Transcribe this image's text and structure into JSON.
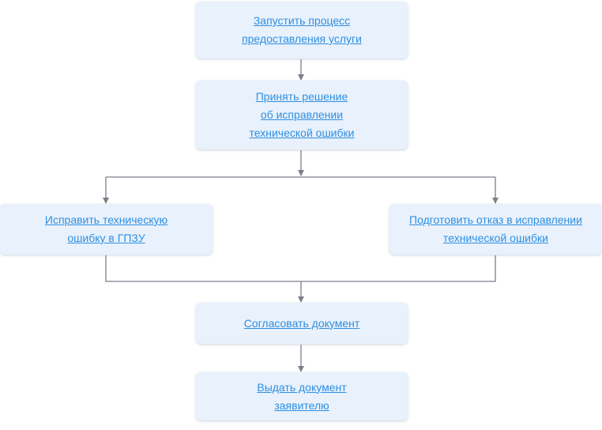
{
  "flowchart": {
    "colors": {
      "node_fill": "#e8f1fc",
      "link_text": "#2f8fe0",
      "connector": "#7d7f8c"
    },
    "nodes": [
      {
        "id": "start_process",
        "label": "Запустить процесс\nпредоставления услуги"
      },
      {
        "id": "decide_fix",
        "label": "Принять решение\nоб исправлении\nтехнической ошибки"
      },
      {
        "id": "fix_error",
        "label": "Исправить техническую\nошибку в ГПЗУ"
      },
      {
        "id": "prepare_refusal",
        "label": "Подготовить отказ в исправлении\nтехнической ошибки"
      },
      {
        "id": "approve_document",
        "label": "Согласовать документ"
      },
      {
        "id": "issue_document",
        "label": "Выдать документ\nзаявителю"
      }
    ],
    "edges": [
      {
        "from": "start_process",
        "to": "decide_fix"
      },
      {
        "from": "decide_fix",
        "to": "fix_error"
      },
      {
        "from": "decide_fix",
        "to": "prepare_refusal"
      },
      {
        "from": "fix_error",
        "to": "approve_document"
      },
      {
        "from": "prepare_refusal",
        "to": "approve_document"
      },
      {
        "from": "approve_document",
        "to": "issue_document"
      }
    ]
  }
}
